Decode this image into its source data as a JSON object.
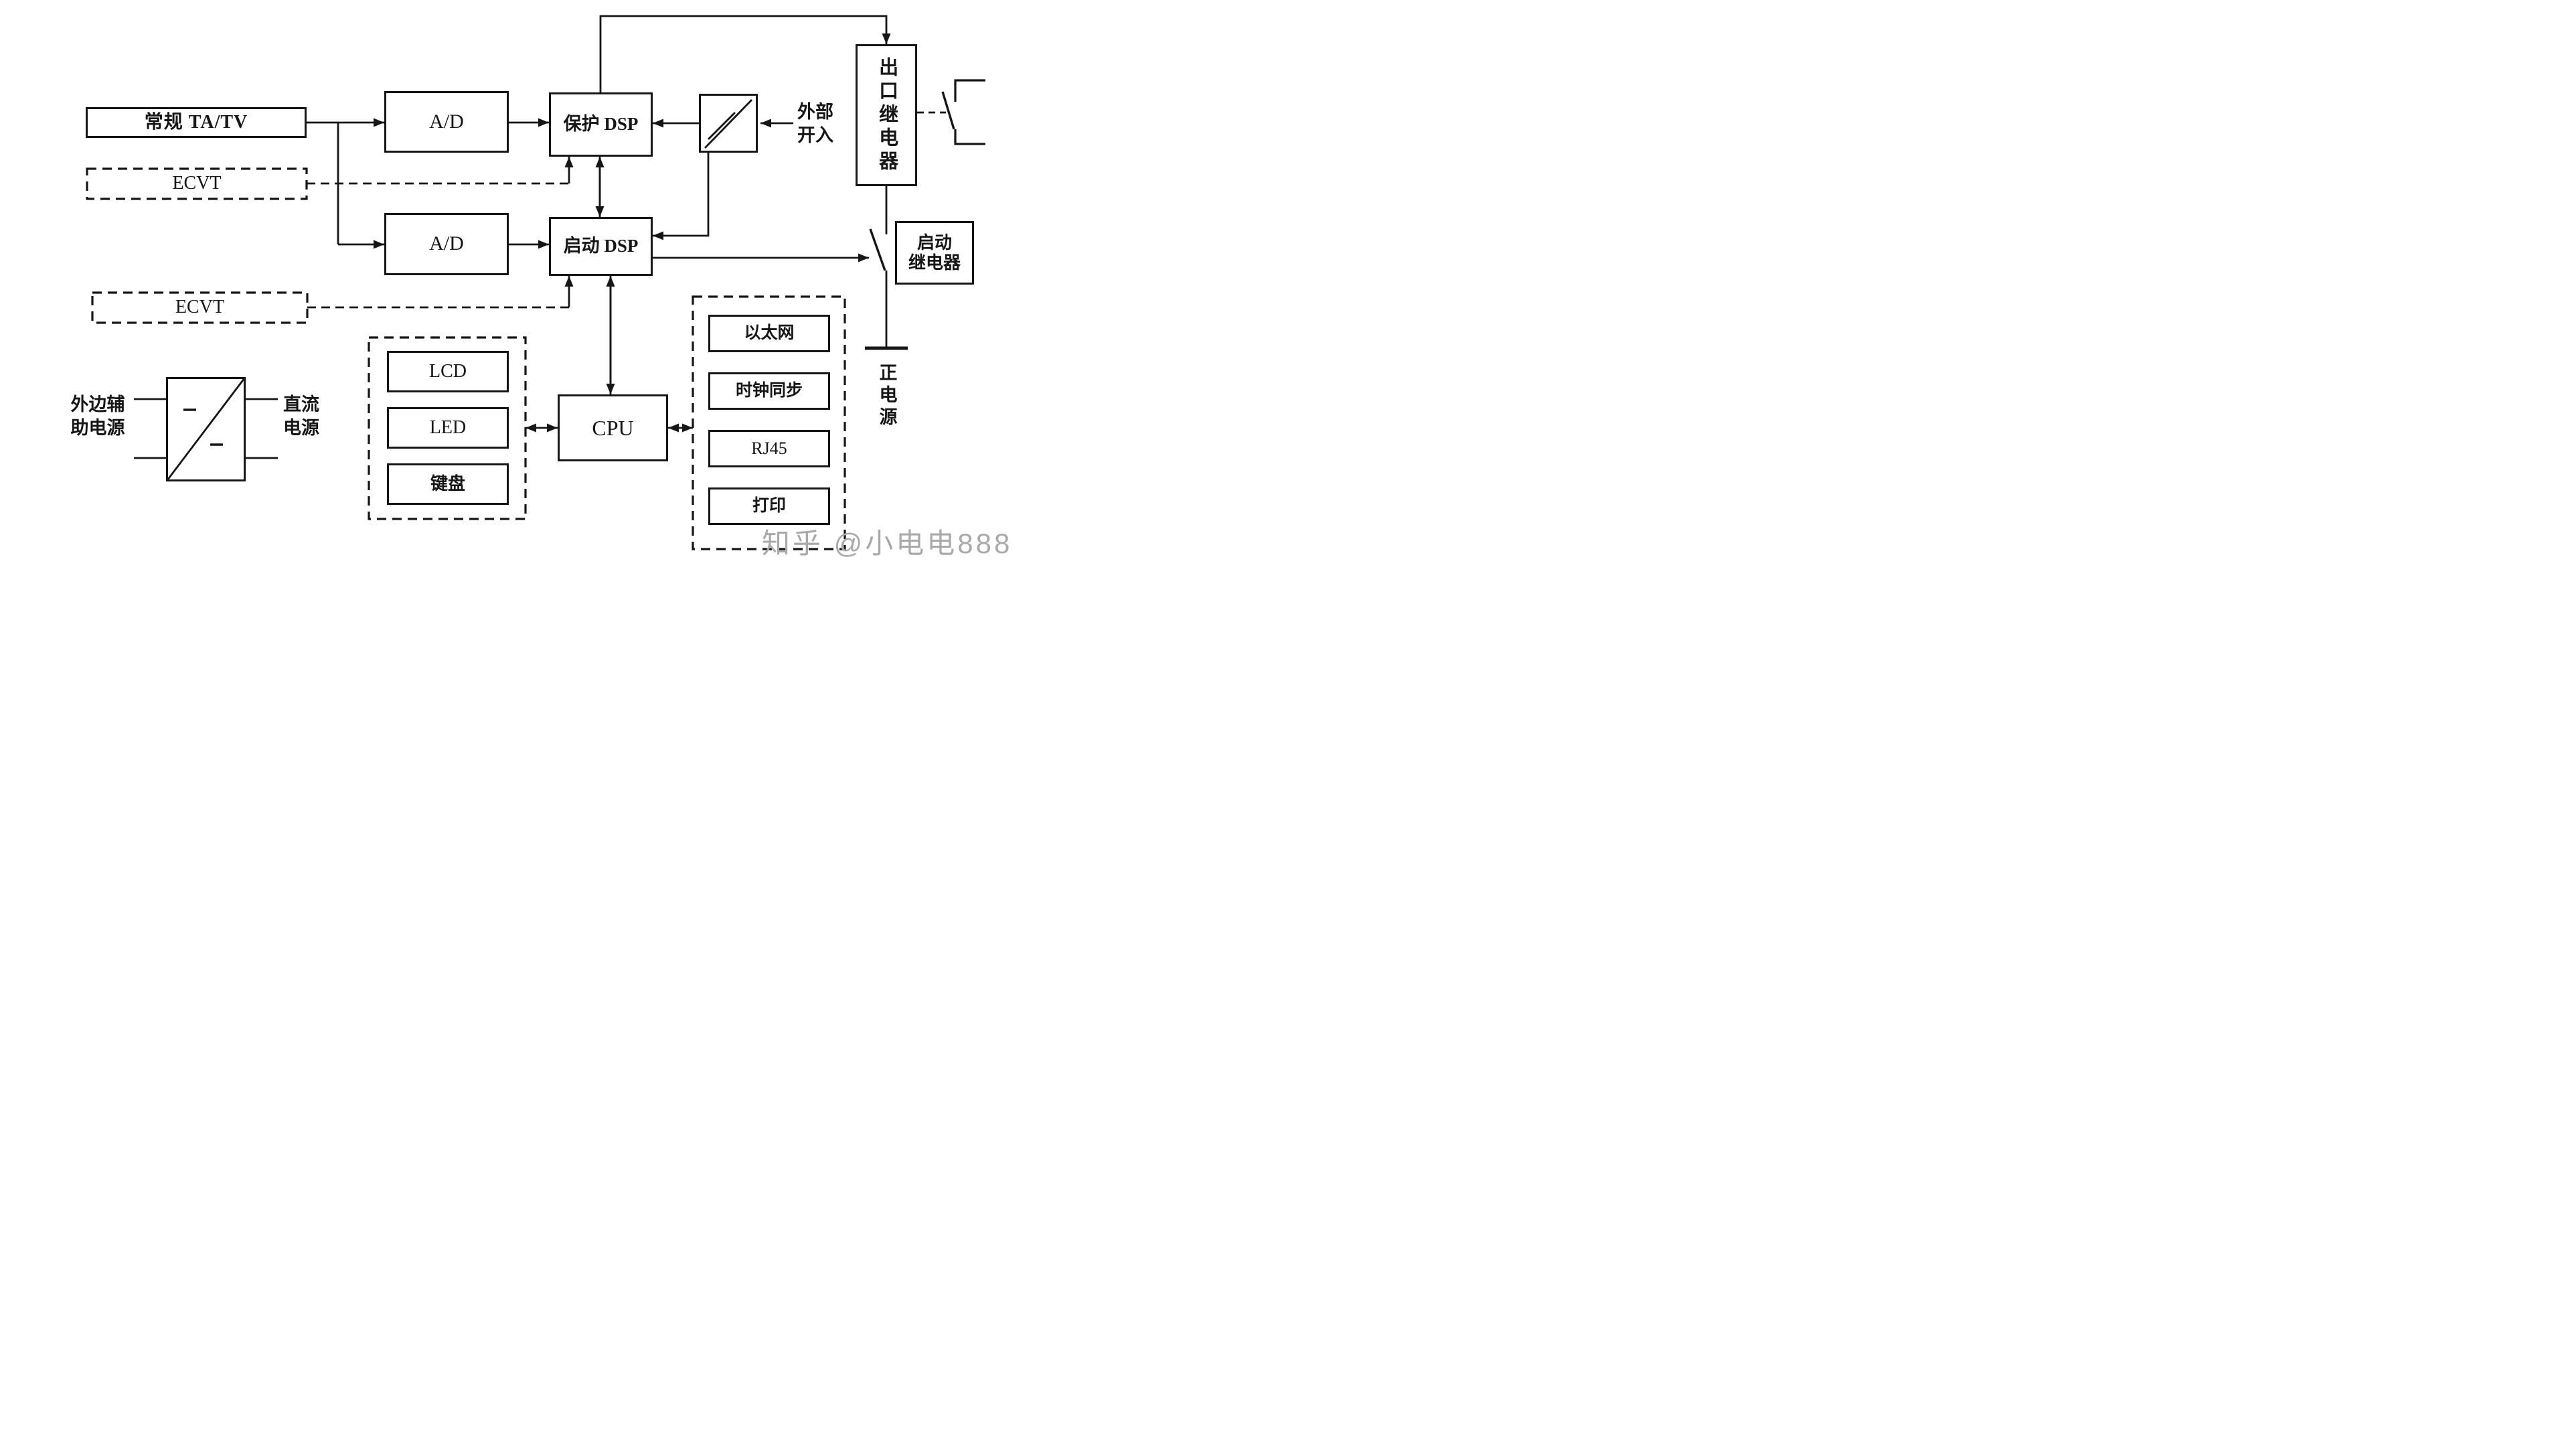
{
  "colors": {
    "background": "#ffffff",
    "ink": "#161616",
    "watermark_gray": "#a9a9a9"
  },
  "blocks": {
    "conventional_ta_tv": {
      "label": "常规 TA/TV"
    },
    "ecvt_upper": {
      "label": "ECVT"
    },
    "ecvt_lower": {
      "label": "ECVT"
    },
    "ad_upper": {
      "label": "A/D"
    },
    "ad_lower": {
      "label": "A/D"
    },
    "protection_dsp": {
      "label": "保护 DSP"
    },
    "startup_dsp": {
      "label": "启动 DSP"
    },
    "cpu": {
      "label": "CPU"
    },
    "lcd": {
      "label": "LCD"
    },
    "led": {
      "label": "LED"
    },
    "keyboard": {
      "label": "键盘"
    },
    "ethernet": {
      "label": "以太网"
    },
    "clock_sync": {
      "label": "时钟同步"
    },
    "rj45": {
      "label": "RJ45"
    },
    "print": {
      "label": "打印"
    },
    "output_relay": {
      "label": "出口继电器"
    },
    "startup_relay": {
      "line1": "启动",
      "line2": "继电器"
    }
  },
  "labels": {
    "external_input": {
      "line1": "外部",
      "line2": "开入"
    },
    "positive_supply": {
      "label": "正电源"
    },
    "aux_power": {
      "line1": "外边辅",
      "line2": "助电源"
    },
    "dc_power": {
      "line1": "直流",
      "line2": "电源"
    }
  },
  "watermark": {
    "text": "知乎 @小电电888"
  }
}
